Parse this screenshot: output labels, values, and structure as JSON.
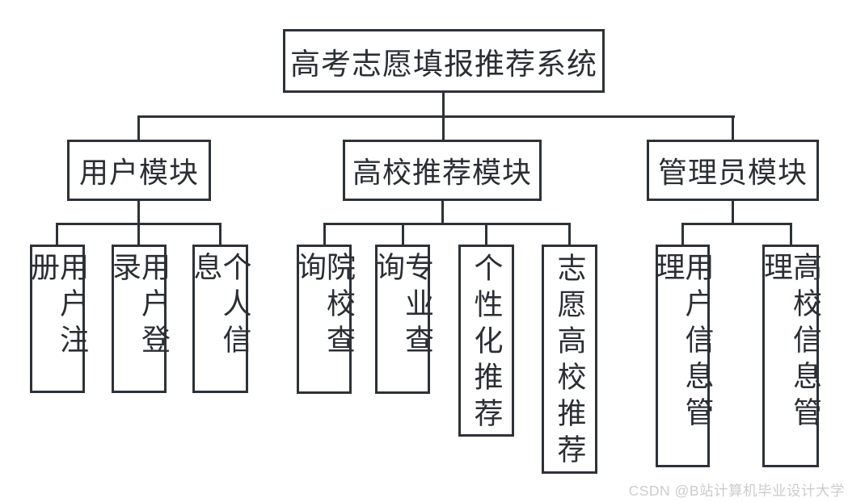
{
  "colors": {
    "line": "#2d3238",
    "text": "#2b2f34",
    "background": "#ffffff",
    "watermark": "#cccccc"
  },
  "diagram": {
    "title": "高考志愿填报推荐系统",
    "branches": [
      {
        "label": "用户模块",
        "children": [
          {
            "label": "用户注册"
          },
          {
            "label": "用户登录"
          },
          {
            "label": "个人信息"
          }
        ]
      },
      {
        "label": "高校推荐模块",
        "children": [
          {
            "label": "院校查询"
          },
          {
            "label": "专业查询"
          },
          {
            "label": "个性化推荐"
          },
          {
            "label": "志愿高校推荐"
          }
        ]
      },
      {
        "label": "管理员模块",
        "children": [
          {
            "label": "用户信息管理"
          },
          {
            "label": "高校信息管理"
          }
        ]
      }
    ]
  },
  "watermark": {
    "text": "CSDN @B站计算机毕业设计大学"
  }
}
